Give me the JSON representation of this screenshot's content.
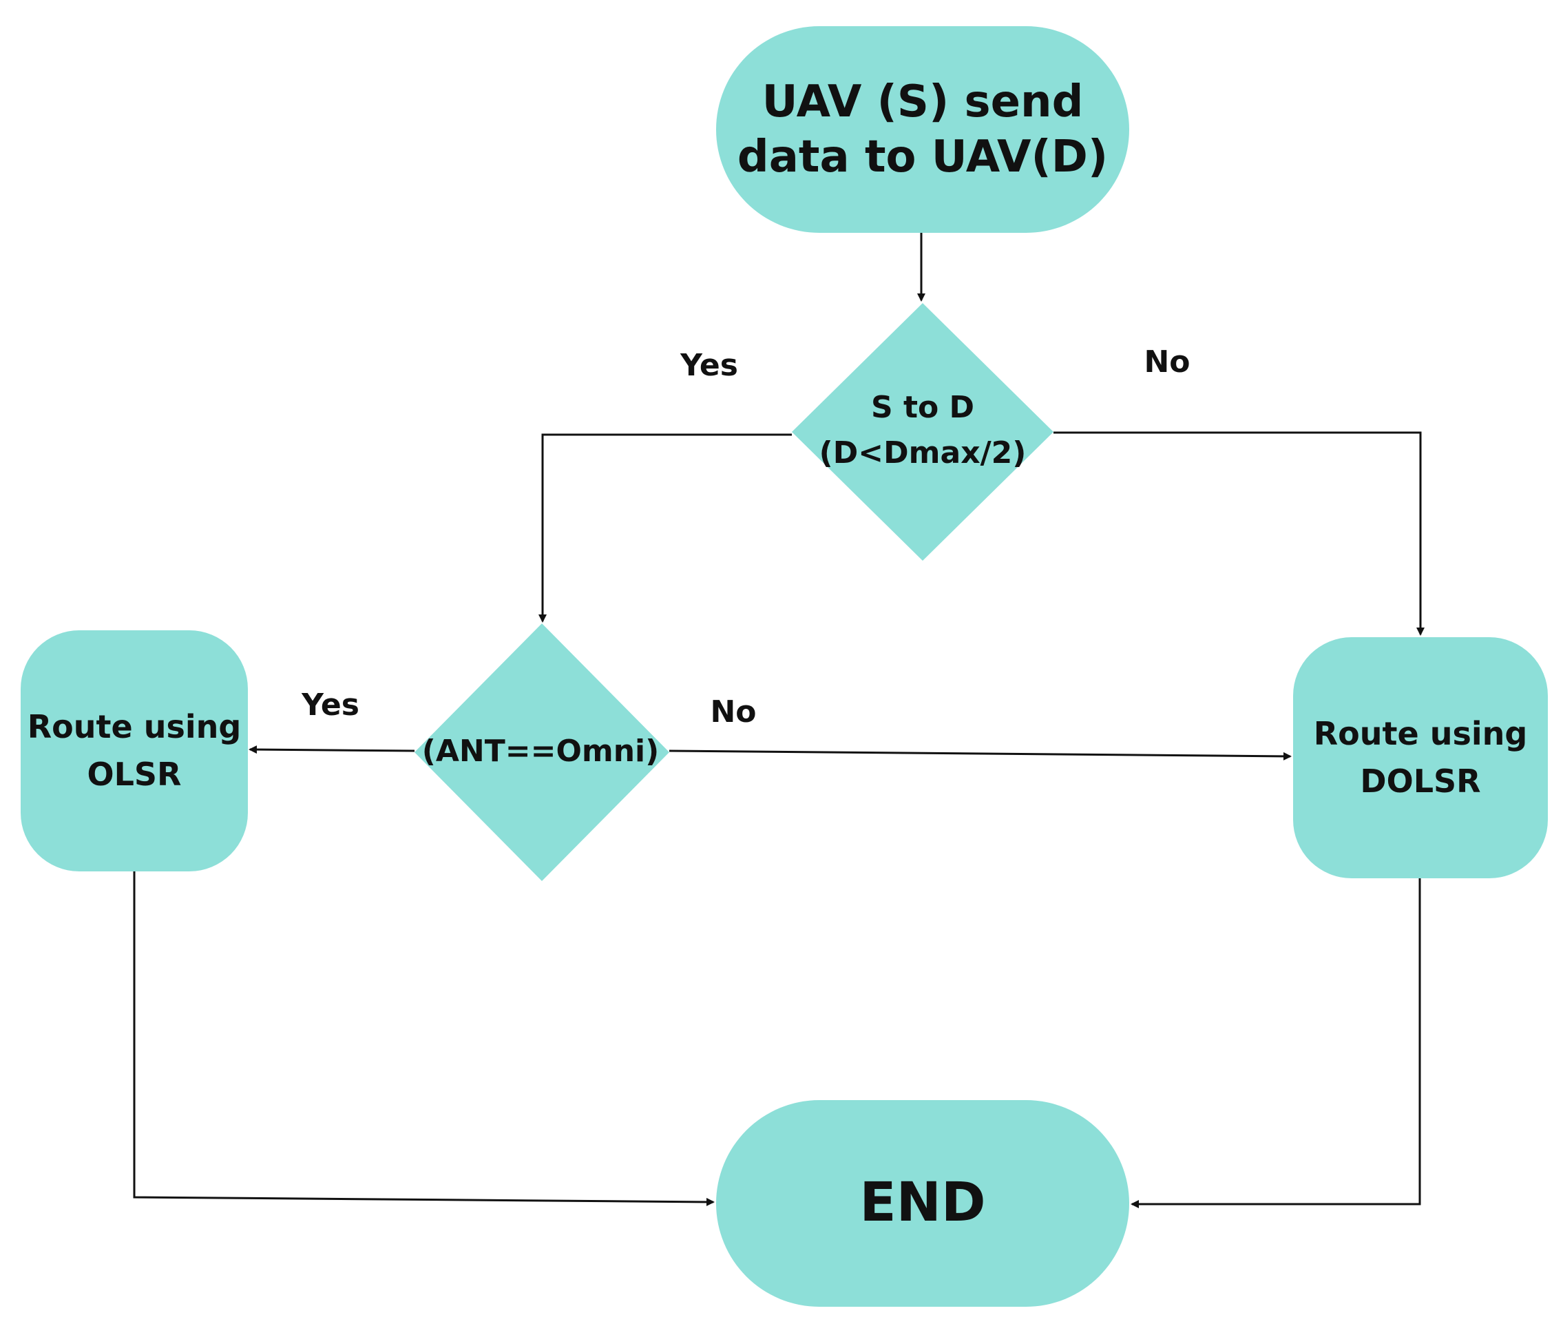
{
  "diagram": {
    "type": "flowchart",
    "fill_color": "#8ddfd8",
    "line_color": "#111111",
    "nodes": {
      "start": "UAV (S) send\ndata to UAV(D)",
      "decision_distance": "S to D\n(D<Dmax/2)",
      "decision_antenna": "(ANT==Omni)",
      "route_olsr": "Route using\nOLSR",
      "route_dolsr": "Route using\nDOLSR",
      "end": "END"
    },
    "edge_labels": {
      "distance_yes": "Yes",
      "distance_no": "No",
      "antenna_yes": "Yes",
      "antenna_no": "No"
    },
    "edges": [
      {
        "from": "start",
        "to": "decision_distance",
        "label": ""
      },
      {
        "from": "decision_distance",
        "to": "decision_antenna",
        "label": "Yes"
      },
      {
        "from": "decision_distance",
        "to": "route_dolsr",
        "label": "No"
      },
      {
        "from": "decision_antenna",
        "to": "route_olsr",
        "label": "Yes"
      },
      {
        "from": "decision_antenna",
        "to": "route_dolsr",
        "label": "No"
      },
      {
        "from": "route_olsr",
        "to": "end",
        "label": ""
      },
      {
        "from": "route_dolsr",
        "to": "end",
        "label": ""
      }
    ]
  }
}
